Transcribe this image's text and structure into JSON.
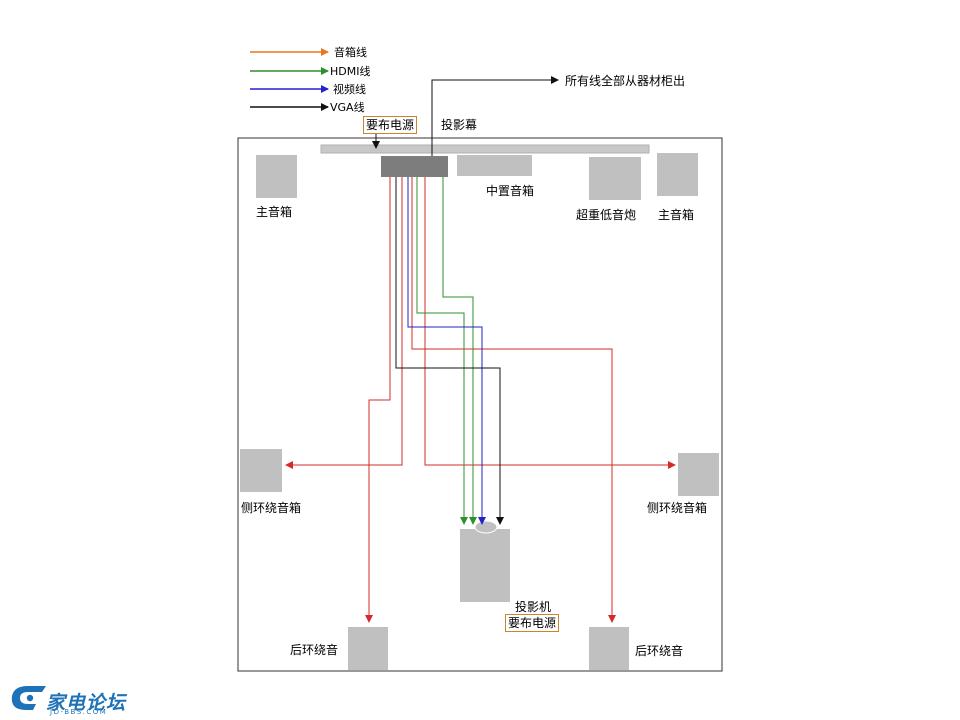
{
  "legend": [
    {
      "label": "音箱线",
      "color": "#e87722"
    },
    {
      "label": "HDMI线",
      "color": "#2f8f2f"
    },
    {
      "label": "视频线",
      "color": "#2323c8"
    },
    {
      "label": "VGA线",
      "color": "#111111"
    }
  ],
  "note_all_lines": "所有线全部从器材柜出",
  "power_label_top": "要布电源",
  "screen_label": "投影幕",
  "center_speaker": "中置音箱",
  "main_speaker_left": "主音箱",
  "main_speaker_right": "主音箱",
  "subwoofer": "超重低音炮",
  "side_left": "侧环绕音箱",
  "side_right": "侧环绕音箱",
  "rear_left": "后环绕音",
  "rear_right": "后环绕音",
  "projector": "投影机",
  "power_label_projector": "要布电源",
  "logo": {
    "text": "家电论坛",
    "sub": "JD-BBS.COM"
  },
  "colors": {
    "speaker_wire_in_room": "#d42a2a",
    "box_gray": "#c0c0c0",
    "cabinet": "#7d7d7d"
  }
}
